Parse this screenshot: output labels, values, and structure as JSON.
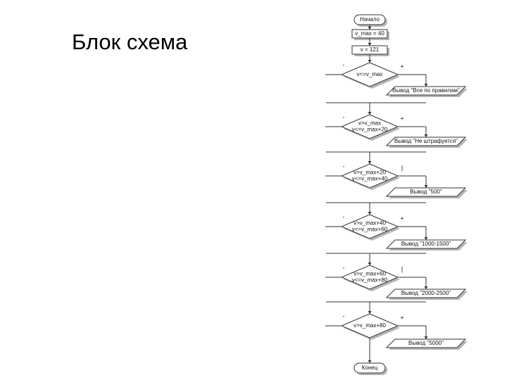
{
  "slide": {
    "title": "Блок схема"
  },
  "flowchart": {
    "start": "Начало",
    "end": "Конец",
    "assignments": [
      "v_max = 40",
      "v = 121"
    ],
    "decisions": [
      {
        "lines": [
          "v<=v_max"
        ],
        "yes": "+",
        "no": "-",
        "output": "Вывод \"Все по правилам\""
      },
      {
        "lines": [
          "v>v_max",
          "v<=v_max+20"
        ],
        "yes": "+",
        "no": "-",
        "output": "Вывод \"Не штрафуется\""
      },
      {
        "lines": [
          "v>v_max+20",
          "v<=v_max+40"
        ],
        "yes": "|",
        "no": "-",
        "output": "Вывод \"500\""
      },
      {
        "lines": [
          "v>v_max+40",
          "v<=v_max+60"
        ],
        "yes": "+",
        "no": "-",
        "output": "Вывод \"1000-1500\""
      },
      {
        "lines": [
          "v>v_max+60",
          "v<=v_max+80"
        ],
        "yes": "|",
        "no": "-",
        "output": "Вывод \"2000-2500\""
      },
      {
        "lines": [
          "v>v_max+80"
        ],
        "yes": "+",
        "no": "-",
        "output": "Вывод \"5000\""
      }
    ],
    "colors": {
      "line": "#333333",
      "fill": "#ffffff",
      "shadow": "#b5b5b5"
    }
  }
}
